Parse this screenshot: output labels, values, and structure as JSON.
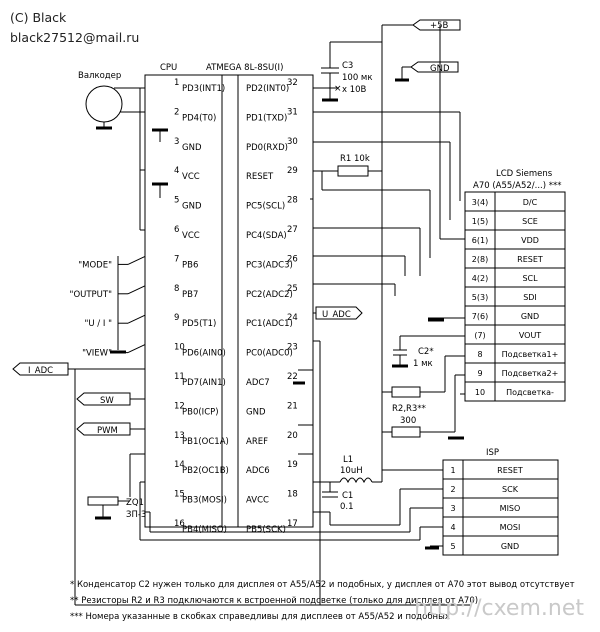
{
  "header": {
    "copyright": "(C) Black",
    "email": "black27512@mail.ru"
  },
  "watermark": "http://cxem.net",
  "cpu": {
    "label": "CPU",
    "part": "ATMEGA 8L-8SU(I)"
  },
  "encoder_label": "Валкодер",
  "cpu_left_pins": [
    {
      "num": "1",
      "name": "PD3(INT1)"
    },
    {
      "num": "2",
      "name": "PD4(T0)"
    },
    {
      "num": "3",
      "name": "GND"
    },
    {
      "num": "4",
      "name": "VCC"
    },
    {
      "num": "5",
      "name": "GND"
    },
    {
      "num": "6",
      "name": "VCC"
    },
    {
      "num": "7",
      "name": "PB6"
    },
    {
      "num": "8",
      "name": "PB7"
    },
    {
      "num": "9",
      "name": "PD5(T1)"
    },
    {
      "num": "10",
      "name": "PD6(AIN0)"
    },
    {
      "num": "11",
      "name": "PD7(AIN1)"
    },
    {
      "num": "12",
      "name": "PB0(ICP)"
    },
    {
      "num": "13",
      "name": "PB1(OC1A)"
    },
    {
      "num": "14",
      "name": "PB2(OC1B)"
    },
    {
      "num": "15",
      "name": "PB3(MOSI)"
    },
    {
      "num": "16",
      "name": "PB4(MISO)"
    }
  ],
  "cpu_right_pins": [
    {
      "num": "32",
      "name": "PD2(INT0)"
    },
    {
      "num": "31",
      "name": "PD1(TXD)"
    },
    {
      "num": "30",
      "name": "PD0(RXD)"
    },
    {
      "num": "29",
      "name": "RESET"
    },
    {
      "num": "28",
      "name": "PC5(SCL)"
    },
    {
      "num": "27",
      "name": "PC4(SDA)"
    },
    {
      "num": "26",
      "name": "PC3(ADC3)"
    },
    {
      "num": "25",
      "name": "PC2(ADC2)"
    },
    {
      "num": "24",
      "name": "PC1(ADC1)"
    },
    {
      "num": "23",
      "name": "PC0(ADC0)"
    },
    {
      "num": "22",
      "name": "ADC7"
    },
    {
      "num": "21",
      "name": "GND"
    },
    {
      "num": "20",
      "name": "AREF"
    },
    {
      "num": "19",
      "name": "ADC6"
    },
    {
      "num": "18",
      "name": "AVCC"
    },
    {
      "num": "17",
      "name": "PB5(SCK)"
    }
  ],
  "buttons": [
    "\"MODE\"",
    "\"OUTPUT\"",
    "\"U / I \"",
    "\"VIEW\""
  ],
  "ports": {
    "vcc": "+5В",
    "gnd": "GND",
    "u_adc": "U_ADC",
    "i_adc": "I_ADC",
    "sw": "SW",
    "pwm": "PWM"
  },
  "parts": {
    "c3_name": "C3",
    "c3_value": "100 мк",
    "c3_voltage": "x 10В",
    "r1": "R1  10k",
    "c2_name": "C2*",
    "c2_value": "1 мк",
    "r23_name": "R2,R3**",
    "r23_value": "300",
    "l1_name": "L1",
    "l1_value": "10uH",
    "c1_name": "C1",
    "c1_value": "0.1",
    "zq_name": "ZQ1",
    "zq_value": "ЗП-3"
  },
  "lcd": {
    "title": "LCD Siemens",
    "subtitle": "A70 (A55/A52/...) ***",
    "pins": [
      {
        "num": "3(4)",
        "name": "D/C"
      },
      {
        "num": "1(5)",
        "name": "SCE"
      },
      {
        "num": "6(1)",
        "name": "VDD"
      },
      {
        "num": "2(8)",
        "name": "RESET"
      },
      {
        "num": "4(2)",
        "name": "SCL"
      },
      {
        "num": "5(3)",
        "name": "SDI"
      },
      {
        "num": "7(6)",
        "name": "GND"
      },
      {
        "num": "(7)",
        "name": "VOUT"
      },
      {
        "num": "8",
        "name": "Подсветка1+"
      },
      {
        "num": "9",
        "name": "Подсветка2+"
      },
      {
        "num": "10",
        "name": "Подсветка-"
      }
    ]
  },
  "isp": {
    "title": "ISP",
    "pins": [
      {
        "num": "1",
        "name": "RESET"
      },
      {
        "num": "2",
        "name": "SCK"
      },
      {
        "num": "3",
        "name": "MISO"
      },
      {
        "num": "4",
        "name": "MOSI"
      },
      {
        "num": "5",
        "name": "GND"
      }
    ]
  },
  "notes": [
    "* Конденсатор C2 нужен только для дисплея от А55/А52 и подобных, у дисплея от А70 этот вывод отсутствует",
    "** Резисторы R2 и R3 подключаются к встроенной подсветке (только для дисплея от А70)",
    "*** Номера указанные в скобках справедливы для дисплеев от А55/А52 и подобных"
  ]
}
